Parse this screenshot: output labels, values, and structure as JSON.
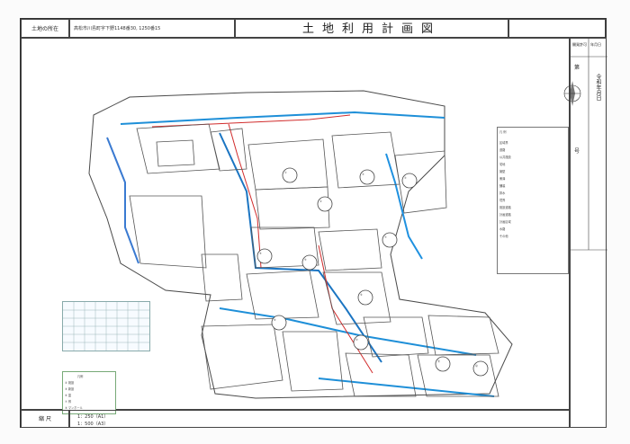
{
  "header": {
    "location_label": "土地の所在",
    "location_value": "高松市川島町字下野1148番30, 1250番15",
    "title": "土地利用計画図"
  },
  "map": {
    "lot_labels": [
      "①",
      "②",
      "③",
      "④",
      "⑤",
      "⑥",
      "⑦",
      "⑧",
      "⑨",
      "⑩",
      "⑪",
      "⑫"
    ]
  },
  "legend": {
    "title": "凡 例",
    "items": [
      "区域界",
      "道路",
      "公共施設",
      "宅地",
      "擁壁",
      "側溝",
      "舗装",
      "排水",
      "境界",
      "既設道路",
      "計画道路",
      "計画区域",
      "水路",
      "その他"
    ]
  },
  "symbol_table": {
    "title": "凡例",
    "rows": [
      "④ 既設",
      "⑤ 新設",
      "⑥ 蓋",
      "⑦ 桝",
      "⑧ マンホール"
    ]
  },
  "footer": {
    "scale_label": "縮 尺",
    "scale_1": "1：250（A1）",
    "scale_2": "1：500（A3）"
  },
  "approval": {
    "head_left": "開発許可",
    "head_right": "年月日",
    "number_label": "第",
    "date_text": "令和年月日",
    "issue_label": "号"
  }
}
